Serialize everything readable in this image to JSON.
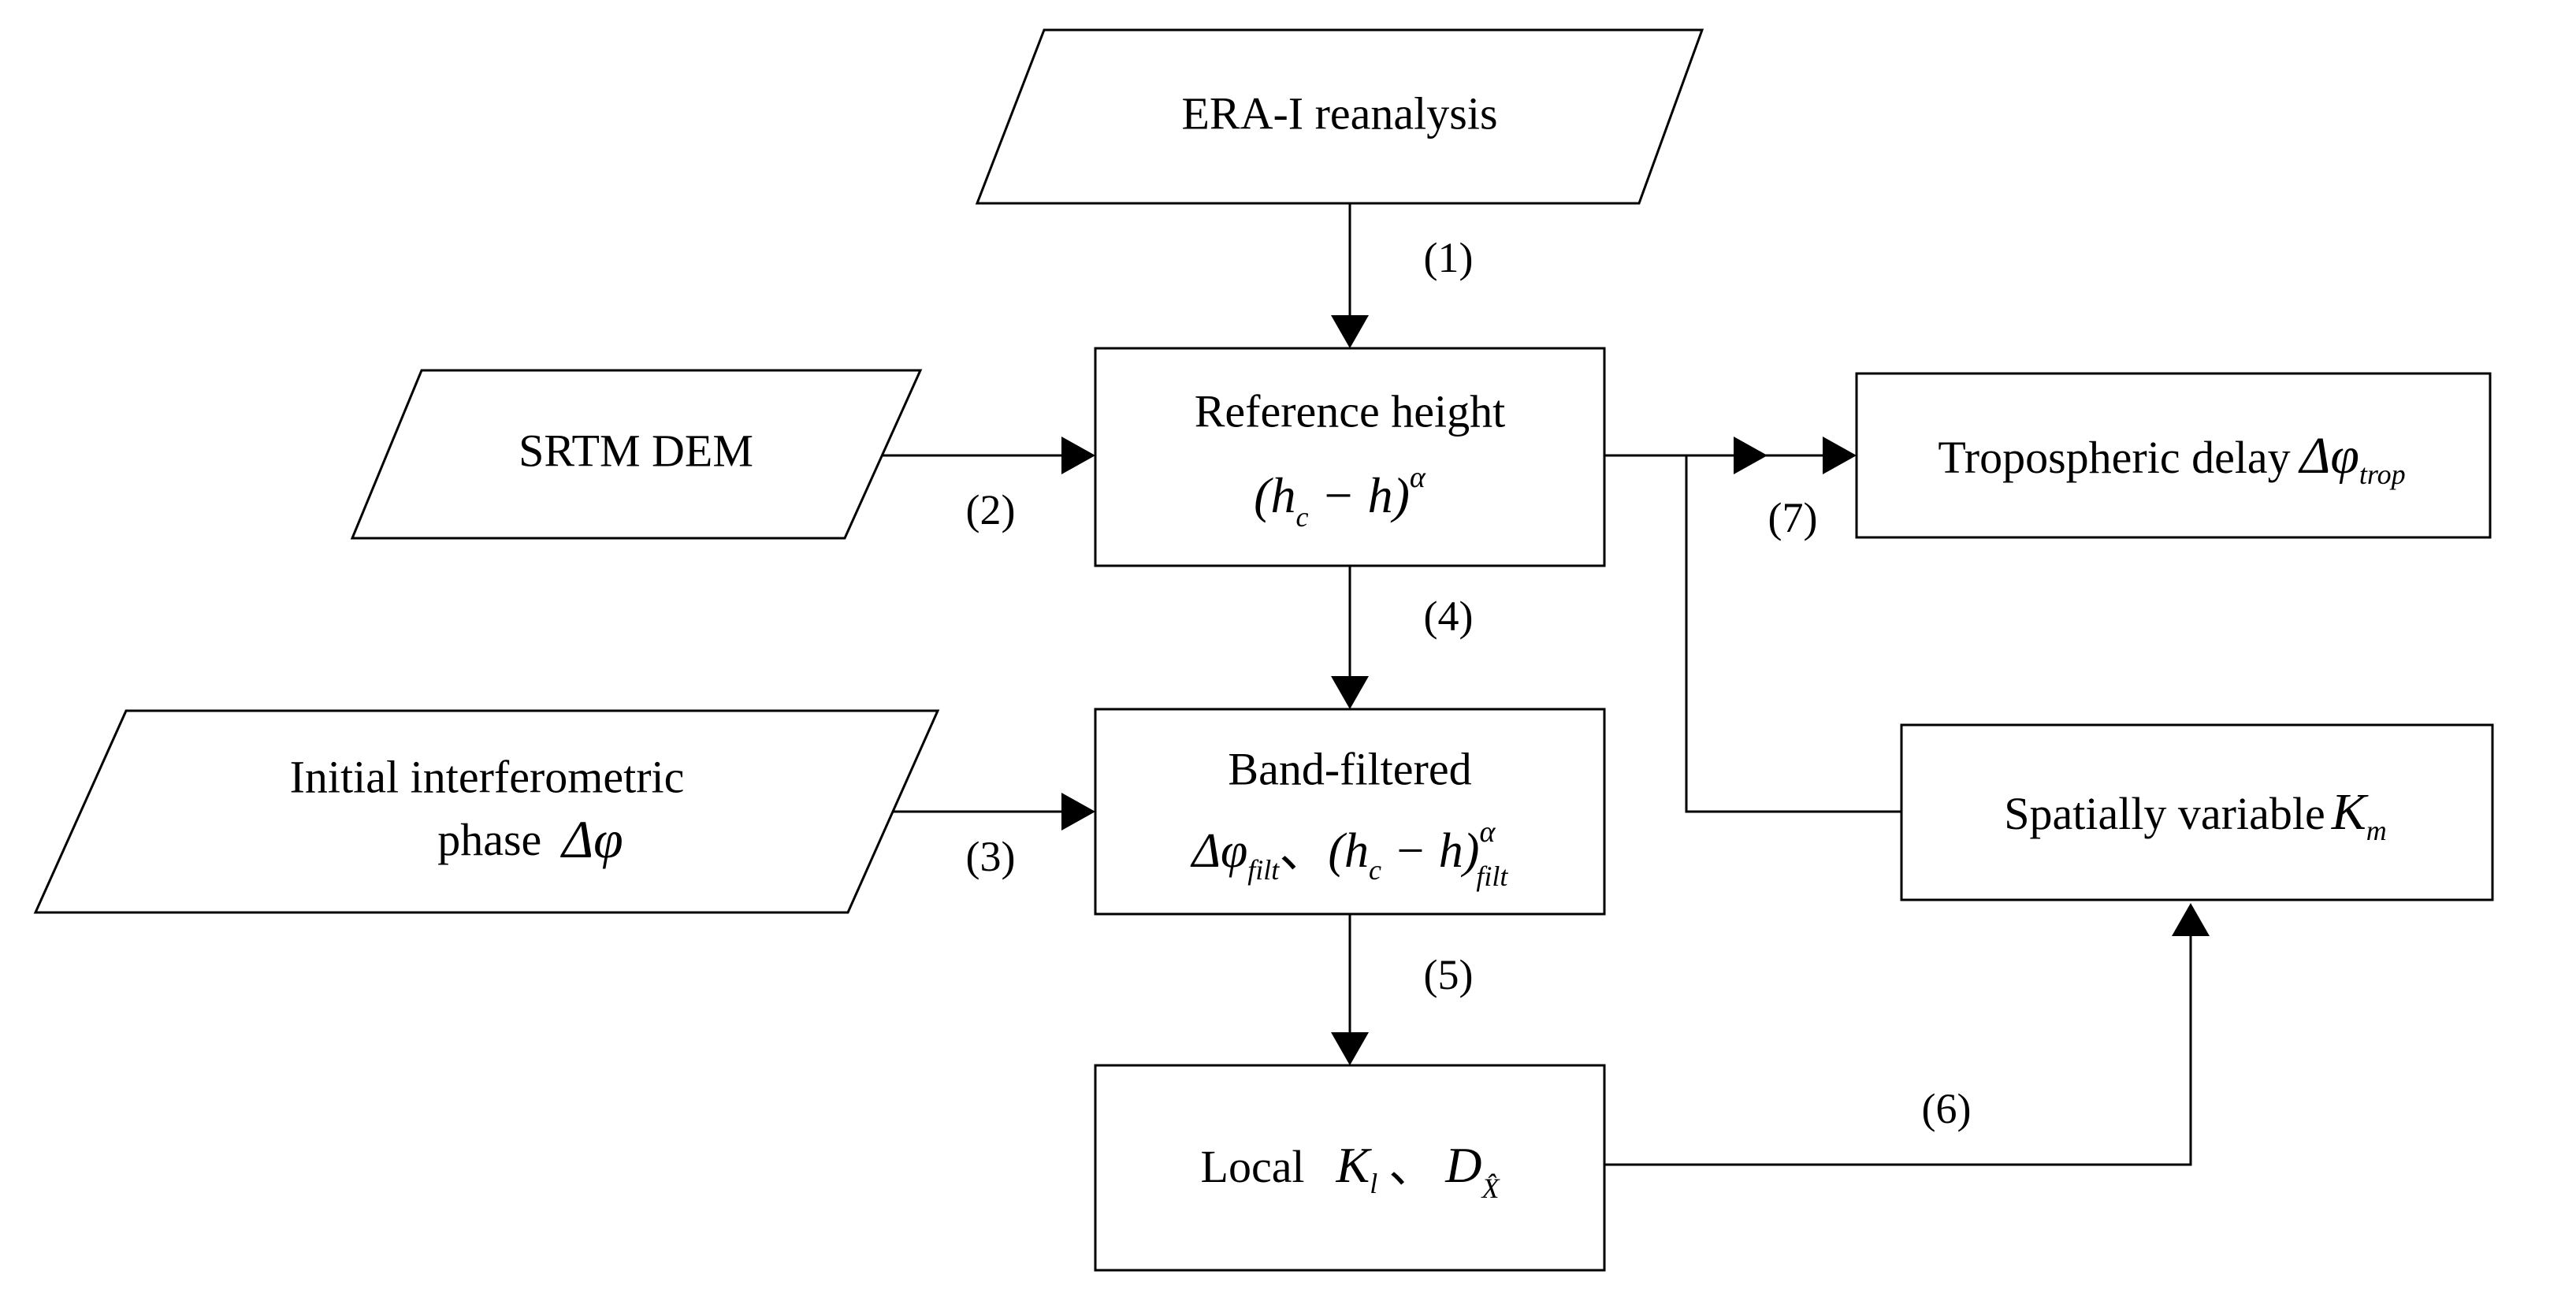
{
  "diagram": {
    "nodes": {
      "era": {
        "label": "ERA-I reanalysis"
      },
      "srtm": {
        "label": "SRTM DEM"
      },
      "initial": {
        "line1": "Initial interferometric",
        "line2": "phase",
        "symbol": "Δφ"
      },
      "reference": {
        "line1": "Reference height",
        "expr": "(h",
        "expr_sub": "c",
        "expr_mid": " − h)",
        "expr_sup": "α"
      },
      "band": {
        "line1": "Band-filtered",
        "phi": "Δφ",
        "phi_sub": "filt",
        "sep": "、",
        "expr": "(h",
        "expr_sub": "c",
        "expr_mid": " − h)",
        "expr_sup": "α",
        "expr_sub2": "filt"
      },
      "local": {
        "prefix": "Local",
        "k": "K",
        "k_sub": "l",
        "sep": "、",
        "d": "D",
        "d_sub": "X̂"
      },
      "trop": {
        "prefix": "Tropospheric delay",
        "phi": "Δφ",
        "phi_sub": "trop"
      },
      "spatial": {
        "prefix": "Spatially variable",
        "k": "K",
        "k_sub": "m"
      }
    },
    "steps": [
      "(1)",
      "(2)",
      "(3)",
      "(4)",
      "(5)",
      "(6)",
      "(7)"
    ]
  }
}
